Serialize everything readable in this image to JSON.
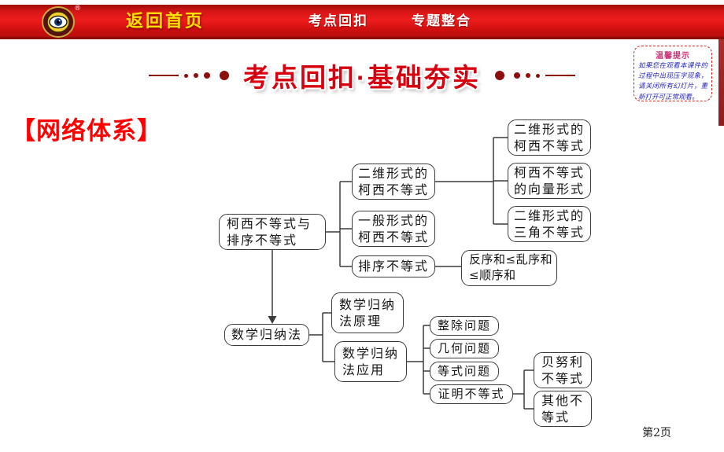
{
  "header": {
    "home_label": "返回首页",
    "nav_items": [
      "考点回扣",
      "专题整合"
    ]
  },
  "title": "考点回扣·基础夯实",
  "tip_box": {
    "title": "温馨提示",
    "body": "如果您在观看本课件的过程中出现压字现象，请关闭所有幻灯片，重新打开可正常观看。"
  },
  "section_label": "【网络体系】",
  "diagram": {
    "root": "柯西不等式与\n排序不等式",
    "cauchy_2d": "二维形式的\n柯西不等式",
    "cauchy_general": "一般形式的\n柯西不等式",
    "rearrangement": "排序不等式",
    "cauchy_2d_form": "二维形式的\n柯西不等式",
    "cauchy_vector": "柯西不等式\n的向量形式",
    "triangle_2d": "二维形式的\n三角不等式",
    "order_sums": "反序和≤乱序和\n≤顺序和",
    "induction": "数学归纳法",
    "induction_principle": "数学归纳\n法原理",
    "induction_application": "数学归纳\n法应用",
    "divisibility": "整除问题",
    "geometry": "几何问题",
    "equation": "等式问题",
    "prove_inequality": "证明不等式",
    "bernoulli": "贝努利\n不等式",
    "other_inequality": "其他不\n等式"
  },
  "footer": {
    "page": "第2页"
  },
  "colors": {
    "bar_red": "#d81616",
    "title_red": "#d7000f",
    "section_red": "#fe0000",
    "tip_border": "#d02020",
    "tip_text_blue": "#2424bb",
    "node_border": "#3c3c3c",
    "home_yellow": "#ffe100"
  }
}
